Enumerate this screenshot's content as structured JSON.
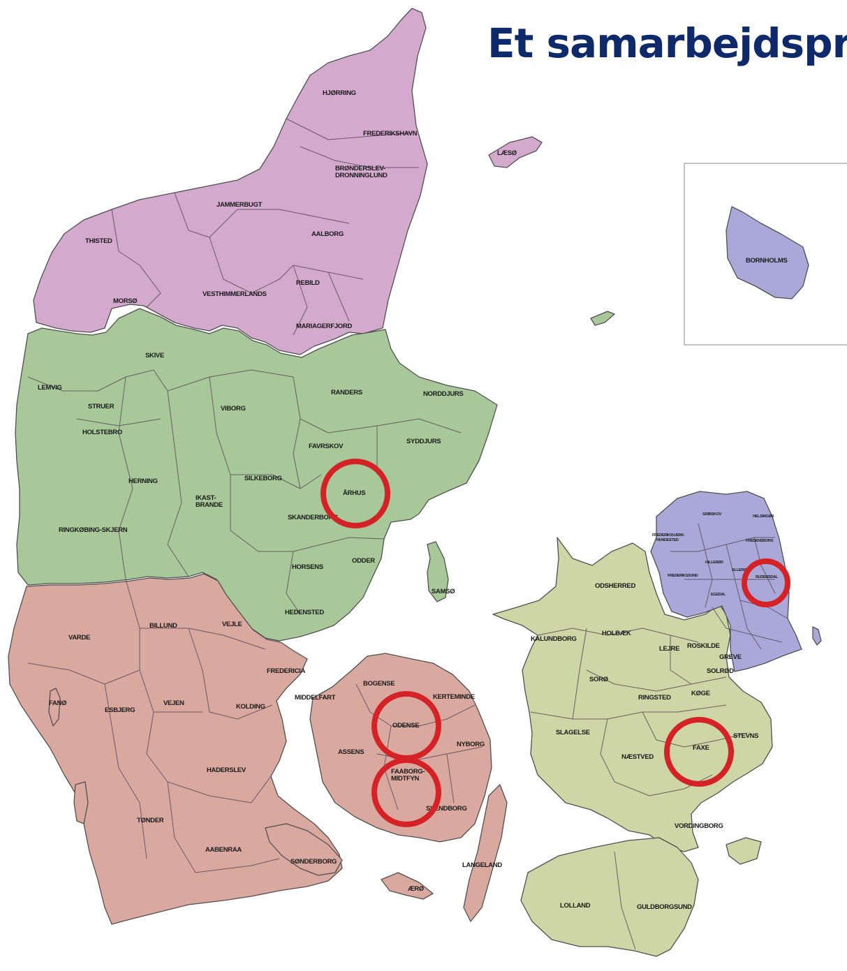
{
  "title": "Et samarbejdspro",
  "colors": {
    "nordjylland": "#d3a9cd",
    "midtjylland": "#a8c89a",
    "syddanmark": "#d9a9a0",
    "sjaelland": "#cdd6a4",
    "hovedstaden": "#a9a8d9",
    "border": "#4f4f4f",
    "ring": "#d52227",
    "title": "#0e2a6b"
  },
  "municipalities": {
    "hjorring": "HJØRRING",
    "frederikshavn": "FREDERIKSHAVN",
    "laeso": "LÆSØ",
    "bronderslev": "BRØNDERSLEV-",
    "bronderslev2": "DRONNINGLUND",
    "jammerbugt": "JAMMERBUGT",
    "thisted": "THISTED",
    "aalborg": "AALBORG",
    "morso": "MORSØ",
    "vesthimmerlands": "VESTHIMMERLANDS",
    "rebild": "REBILD",
    "mariagerfjord": "MARIAGERFJORD",
    "skive": "SKIVE",
    "lemvig": "LEMVIG",
    "struer": "STRUER",
    "viborg": "VIBORG",
    "randers": "RANDERS",
    "norddjurs": "NORDDJURS",
    "holstebro": "HOLSTEBRO",
    "favrskov": "FAVRSKOV",
    "syddjurs": "SYDDJURS",
    "herning": "HERNING",
    "silkeborg": "SILKEBORG",
    "ikast": "IKAST-",
    "ikast2": "BRANDE",
    "arhus": "ÅRHUS",
    "skanderborg": "SKANDERBORG",
    "ringkobing": "RINGKØBING-SKJERN",
    "horsens": "HORSENS",
    "odder": "ODDER",
    "samso": "SAMSØ",
    "hedensted": "HEDENSTED",
    "billund": "BILLUND",
    "vejle": "VEJLE",
    "varde": "VARDE",
    "fredericia": "FREDERICIA",
    "bogense": "BOGENSE",
    "kerteminde": "KERTEMINDE",
    "middelfart": "MIDDELFART",
    "vejen": "VEJEN",
    "kolding": "KOLDING",
    "esbjerg": "ESBJERG",
    "fano": "FANØ",
    "odense": "ODENSE",
    "nyborg": "NYBORG",
    "assens": "ASSENS",
    "haderslev": "HADERSLEV",
    "faaborg": "FAABORG-",
    "faaborg2": "MIDTFYN",
    "svendborg": "SVENDBORG",
    "tonder": "TØNDER",
    "aabenraa": "AABENRAA",
    "sonderborg": "SØNDERBORG",
    "langeland": "LANGELAND",
    "aero": "ÆRØ",
    "odsherred": "ODSHERRED",
    "kalundborg": "KALUNDBORG",
    "holbaek": "HOLBÆK",
    "lejre": "LEJRE",
    "roskilde": "ROSKILDE",
    "greve": "GREVE",
    "solrod": "SOLRØD",
    "soro": "SORØ",
    "ringsted": "RINGSTED",
    "koge": "KØGE",
    "slagelse": "SLAGELSE",
    "naestved": "NÆSTVED",
    "faxe": "FAXE",
    "stevns": "STEVNS",
    "vordingborg": "VORDINGBORG",
    "lolland": "LOLLAND",
    "guldborgsund": "GULDBORGSUND",
    "gribskov": "GRIBSKOV",
    "helsingor": "HELSINGØR",
    "halsnaes": "FREDERIKSVÆRK-",
    "halsnaes2": "HUNDESTED",
    "fredensborg": "FREDENSBORG",
    "hillerod": "HILLERØD",
    "allerod": "ALLERØD",
    "frederikssund": "FREDERIKSSUND",
    "rudersdal": "RUDERSDAL",
    "egedal": "EGEDAL",
    "bornholm": "BORNHOLMS"
  }
}
